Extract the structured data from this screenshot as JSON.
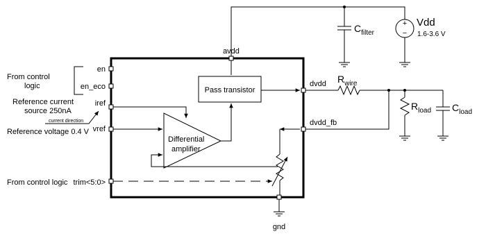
{
  "ext_left": {
    "control_logic_1": "From control",
    "control_logic_2": "logic",
    "ref_current_1": "Reference current",
    "ref_current_2": "source 250nA",
    "current_direction": "current direction",
    "ref_voltage": "Reference voltage 0.4 V",
    "control_logic_trim": "From control logic"
  },
  "pins": {
    "en": "en",
    "en_eco": "en_eco",
    "iref": "iref",
    "vref": "vref",
    "trim": "trim<5:0>",
    "avdd": "avdd",
    "dvdd": "dvdd",
    "dvdd_fb": "dvdd_fb",
    "gnd": "gnd"
  },
  "blocks": {
    "pass_transistor": "Pass transistor",
    "diff_amp_1": "Differential",
    "diff_amp_2": "amplifier"
  },
  "components": {
    "r_wire": "R",
    "r_wire_sub": "wire",
    "r_load": "R",
    "r_load_sub": "load",
    "c_load": "C",
    "c_load_sub": "load",
    "c_filter": "C",
    "c_filter_sub": "filter",
    "vdd_name": "Vdd",
    "vdd_range": "1.6-3.6 V",
    "vdd_plus": "+",
    "vdd_minus": "−"
  }
}
